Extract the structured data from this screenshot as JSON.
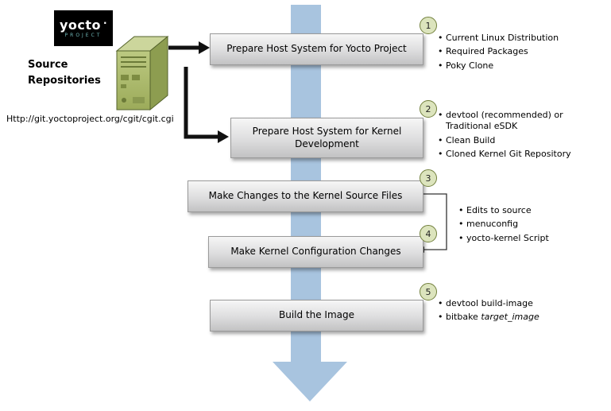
{
  "logo": {
    "name": "yocto",
    "dot": "·",
    "project": "PROJECT"
  },
  "source": {
    "title": "Source Repositories",
    "url": "Http://git.yoctoproject.org/cgit/cgit.cgi"
  },
  "steps": {
    "s1": {
      "num": "1",
      "label": "Prepare Host System for Yocto Project"
    },
    "s2": {
      "num": "2",
      "label": "Prepare Host System for Kernel Development"
    },
    "s3": {
      "num": "3",
      "label": "Make Changes to the Kernel Source Files"
    },
    "s4": {
      "num": "4",
      "label": "Make Kernel Configuration Changes"
    },
    "s5": {
      "num": "5",
      "label": "Build the Image"
    }
  },
  "notes": {
    "step1": [
      "Current Linux Distribution",
      "Required Packages",
      "Poky Clone"
    ],
    "step2": [
      "devtool (recommended) or Traditional eSDK",
      "Clean Build",
      "Cloned Kernel Git Repository"
    ],
    "steps34": [
      "Edits to source",
      "menuconfig",
      "yocto-kernel Script"
    ],
    "step5_line1": "devtool build-image",
    "step5_line2_prefix": "bitbake ",
    "step5_line2_arg": "target_image"
  },
  "colors": {
    "flow_arrow": "#a8c4df",
    "circle_fill": "#dce4bd",
    "circle_border": "#72803d",
    "server_green": "#a9b964",
    "logo_background": "#000000"
  }
}
